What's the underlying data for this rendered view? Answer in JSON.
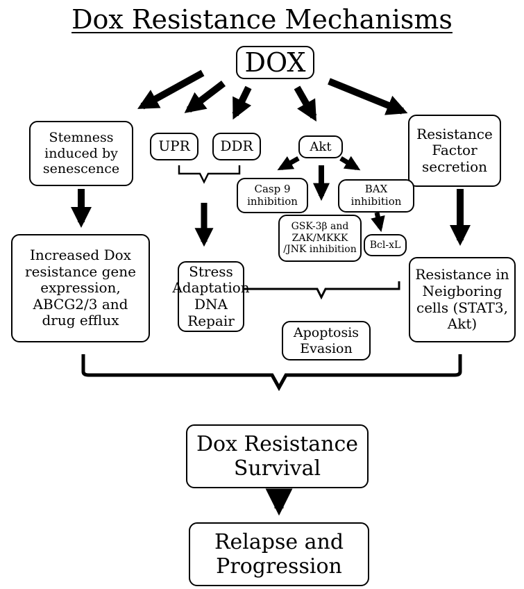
{
  "title": "Dox Resistance Mechanisms",
  "nodes": {
    "dox": "DOX",
    "stemness": "Stemness induced by senescence",
    "upr": "UPR",
    "ddr": "DDR",
    "akt": "Akt",
    "resistance_factor": "Resistance Factor secretion",
    "casp9": "Casp 9 inhibition",
    "bax": "BAX inhibition",
    "gsk": "GSK-3β and ZAK/MKKK /JNK inhibition",
    "bclxl": "Bcl-xL",
    "increased_dox": "Increased Dox resistance gene expression, ABCG2/3 and drug efflux",
    "stress": "Stress Adaptation DNA Repair",
    "apoptosis": "Apoptosis Evasion",
    "neighboring": "Resistance in Neigboring cells (STAT3, Akt)",
    "survival": "Dox Resistance Survival",
    "relapse": "Relapse and Progression"
  }
}
